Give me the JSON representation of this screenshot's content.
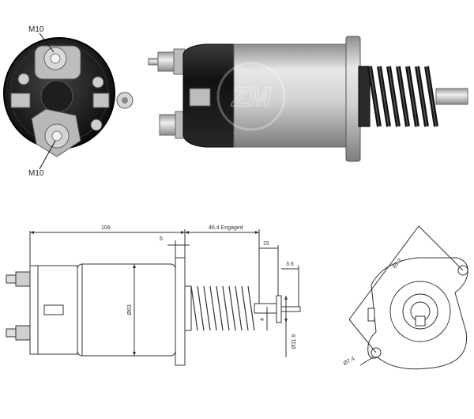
{
  "photo_labels": {
    "top_terminal": "M10",
    "bottom_terminal": "M10"
  },
  "watermark_text": "ZM",
  "dimensions": {
    "overall_length": "109",
    "flange_offset": "6",
    "engaged_travel": "46.4 Engaged",
    "plunger_length": "15",
    "tip_length": "3.6",
    "body_diameter": "Ø63",
    "tip_thickness": "4",
    "plunger_diameter": "Ø11.9",
    "bolt_spacing": "85.3",
    "bolt_hole": "Ø7.4"
  },
  "colors": {
    "body_silver": "#c9c9c9",
    "cap_black": "#1b1b1b",
    "line": "#333333"
  }
}
